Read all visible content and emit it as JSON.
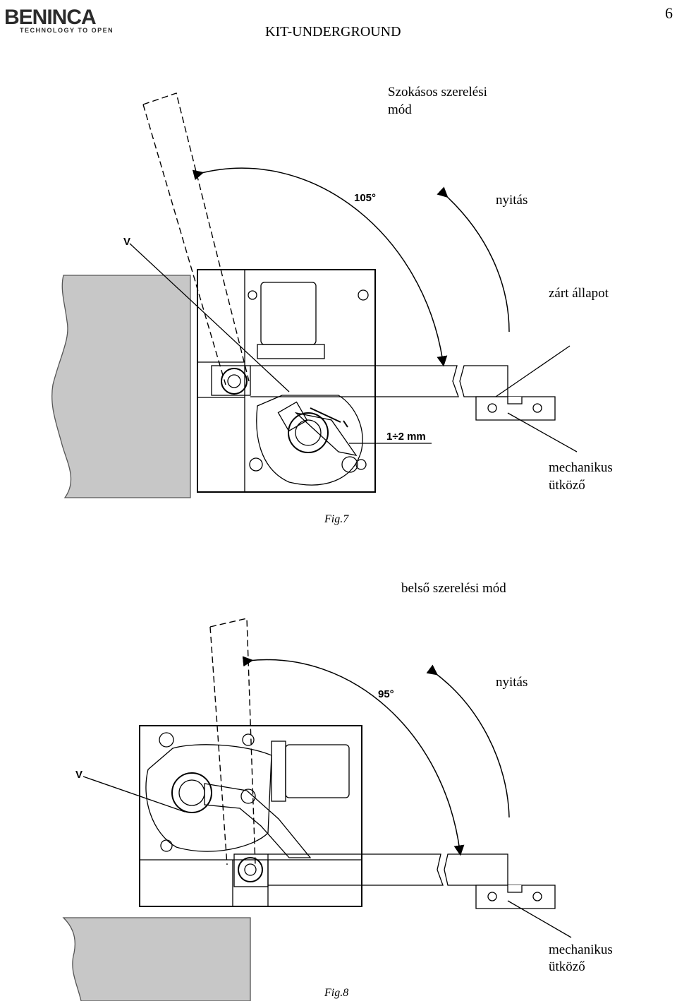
{
  "header": {
    "logo_text": "BENINCA",
    "logo_tagline": "TECHNOLOGY TO OPEN",
    "doc_title": "KIT-UNDERGROUND",
    "page_number": "6"
  },
  "figure7": {
    "heading_line1": "Szokásos szerelési",
    "heading_line2": "mód",
    "angle": "105°",
    "opening": "nyitás",
    "closed_state": "zárt állapot",
    "v_label": "V",
    "gap": "1÷2 mm",
    "stop_line1": "mechanikus",
    "stop_line2": "ütköző",
    "caption": "Fig.7"
  },
  "figure8": {
    "heading": "belső szerelési mód",
    "angle": "95°",
    "opening": "nyitás",
    "v_label": "V",
    "stop_line1": "mechanikus",
    "stop_line2": "ütköző",
    "caption": "Fig.8"
  }
}
